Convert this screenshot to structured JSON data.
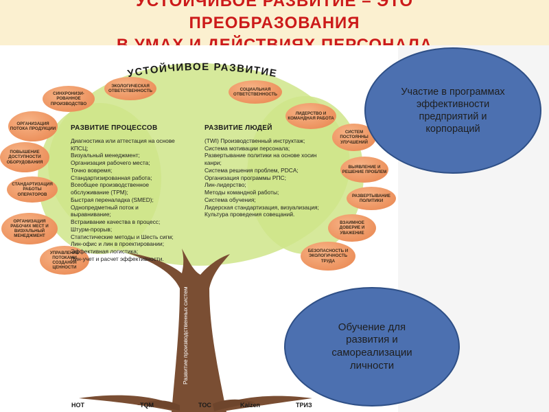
{
  "header": {
    "line1": "УСТОЙЧИВОЕ РАЗВИТИЕ – ЭТО",
    "line2": "ПРЕОБРАЗОВАНИЯ",
    "line3": "В УМАХ И ДЕЙСТВИЯХ ПЕРСОНАЛА"
  },
  "tree": {
    "title": "УСТОЙЧИВОЕ РАЗВИТИЕ",
    "left_leaves": [
      "СИНХРОНИЗИ-РОВАННОЕ ПРОИЗВОДСТВО",
      "ОРГАНИЗАЦИЯ ПОТОКА ПРОДУКЦИИ",
      "ПОВЫШЕНИЕ ДОСТУПНОСТИ ОБОРУДОВАНИЯ",
      "СТАНДАРТИЗАЦИЯ РАБОТЫ ОПЕРАТОРОВ",
      "ОРГАНИЗАЦИЯ РАБОЧИХ МЕСТ И ВИЗУАЛЬНЫЙ МЕНЕДЖМЕНТ",
      "УПРАВЛЕНИЕ ПОТОКАМИ СОЗДАНИЯ ЦЕННОСТИ"
    ],
    "top_leaves": [
      "ЭКОЛОГИЧЕСКАЯ ОТВЕТСТВЕННОСТЬ",
      "СОЦИАЛЬНАЯ ОТВЕТСТВЕННОСТЬ"
    ],
    "right_leaves": [
      "ЛИДЕРСТВО И КОМАНДНАЯ РАБОТА",
      "СИСТЕМ ПОСТОЯННЫ УЛУЧШЕНИЙ",
      "ВЫЯВЛЕНИЕ И РЕШЕНИЕ ПРОБЛЕМ",
      "РАЗВЕРТЫВАНИЕ ПОЛИТИКИ",
      "ВЗАИМНОЕ ДОВЕРИЕ И УВАЖЕНИЕ",
      "БЕЗОПАСНОСТЬ И ЭКОЛОГИЧНОСТЬ ТРУДА"
    ],
    "processes": {
      "title": "РАЗВИТИЕ ПРОЦЕССОВ",
      "lines": [
        "Диагностика или аттестация на основе",
        "КПСЦ;",
        "Визуальный менеджмент;",
        "Организация рабочего места;",
        "Точно вовремя;",
        "Стандартизированная работа;",
        "Всеобщее производственное",
        "обслуживание (TPM);",
        "Быстрая переналадка (SMED);",
        "Однопредметный поток и",
        "выравнивание;",
        "Встраивание качества в процесс;",
        "Штурм-прорыв;",
        "Статистические методы и Шесть сигм;",
        "Лин-офис и лин в проектировании;",
        "Эффективная логистика;",
        "Лин-учет и расчет эффективности."
      ]
    },
    "people": {
      "title": "РАЗВИТИЕ ЛЮДЕЙ",
      "lines": [
        "(TWI) Производственный инструктаж;",
        "Система мотивации персонала;",
        "Развертывание политики на основе хосин",
        "канри;",
        "Система решения проблем, PDCA;",
        "Организация программы РПС;",
        "Лин-лидерство;",
        "Методы командной работы;",
        "Система обучения;",
        "Лидерская стандартизация, визуализация;",
        "Культура проведения совещаний."
      ]
    },
    "trunk_text": "Развитие производственных систем",
    "roots": [
      "НОТ",
      "TQM",
      "TOC",
      "Kaizen",
      "ТРИЗ"
    ]
  },
  "ovals": {
    "top": "Участие в программах эффективности предприятий и корпораций",
    "bottom": "Обучение для развития и самореализации личности"
  },
  "colors": {
    "header_text": "#cc1a1a",
    "header_bg": "#fbf0d0",
    "oval_fill": "#4c70b0",
    "leaf_fill": "#ec8a55",
    "crown_fill": "#cfe58a",
    "trunk": "#7a4e33"
  }
}
